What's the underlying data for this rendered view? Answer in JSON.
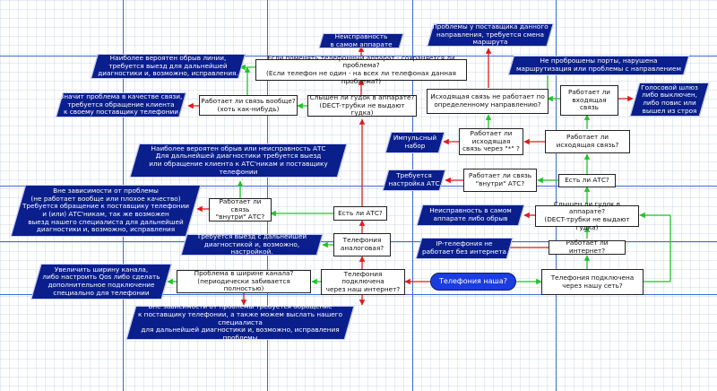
{
  "colors": {
    "process_fill": "#0a1f8c",
    "question_border": "#222222",
    "edge_red": "#e01b1b",
    "edge_green": "#22c22a",
    "guide_blue": "#3b6bd6",
    "start_fill": "#1a3ce0"
  },
  "nodes": {
    "n1": "Неисправность\nв самом аппарате",
    "n2": "Проблемы  у поставщика данного\nнаправления, требуется смена маршрута",
    "n3": "Наиболее вероятен обрыв линии,\nтребуется выезд для дальнейшей\nдиагностики и, возможно, исправления.",
    "n4": "Если поменять телефонный аппарат - сохраняется ли проблема?\n(Если телефон не один - на всех ли телефонах данная проблема?)",
    "n5": "Не проброшены порты, нарушена\nмаршрутизация или проблемы с направлением",
    "n6": "Значит проблема в качестве связи,\nтребуется обращение клиента\nк своему поставщику телефонии",
    "n7": "Работает ли связь вообще?\n(хоть как-нибудь)",
    "n8": "Слышен ли гудок в аппарате?\n(DECT-трубки не выдают гудка)",
    "n9": "Исходящая связь не работает по\nопределенному направлению?",
    "n10": "Работает ли\nвходящая\nсвязь",
    "n11": "Голосовой шлюз\nлибо выключен,\nлибо повис или\nвышел из строя",
    "n12": "Импульсный\nнабор",
    "n13": "Работает ли\nисходящая\nсвязь через \"*\" ?",
    "n14": "Работает ли\nисходящая связь?",
    "n15": "Наиболее вероятен обрыв или неисправность АТС\nДля дальнейшей диагностики требуется выезд\nили обращение клиента к АТС'никам и поставщику телефонии",
    "n16": "Требуется\nнастройка АТС",
    "n17": "Работает ли связь\n\"внутри\" АТС?",
    "n18": "Есть ли АТС?",
    "n19": "Вне зависимости от проблемы\n(не работает вообще или плохое качество)\nТребуется обращение к поставщику телефонии\nи (или) АТС'никам, так же возможен\nвыезд нашего специалиста для дальнейшей\nдиагностики и, возможно, исправления",
    "n20": "Работает ли связь\n\"внутри\" АТС?",
    "n21": "Есть ли АТС?",
    "n22": "Неисправность в самом\nаппарате либо обрыв",
    "n23": "Слышен ли гудок в аппарате?\n(DECT-трубки не выдают гудка)",
    "n24": "Требуется выезд с дальнейшей\nдиагностикой  и, возможно, настройкой.",
    "n25": "Телефония\nаналоговая?",
    "n26": "IP-телефония не\nработает без интернета",
    "n27": "Работает ли интернет?",
    "n28": "Увеличить ширину канала,\nлибо настроить Qos либо сделать\nдополнительное подключение\nспециально для телефонии",
    "n29": "Проблема в ширине канала?\n(периодически забивается полностью)",
    "n30": "Телефония подключена\nчерез наш интернет?",
    "n31": "Телефония наша?",
    "n32": "Телефония подключена\nчерез нашу сеть?",
    "n33": "Вне зависимости от проблемы требуется обращение\nк поставщику телефонии, а также можем выслать нашего специалиста\nдля дальнейшей диагностики и, возможно, исправления проблемы"
  }
}
